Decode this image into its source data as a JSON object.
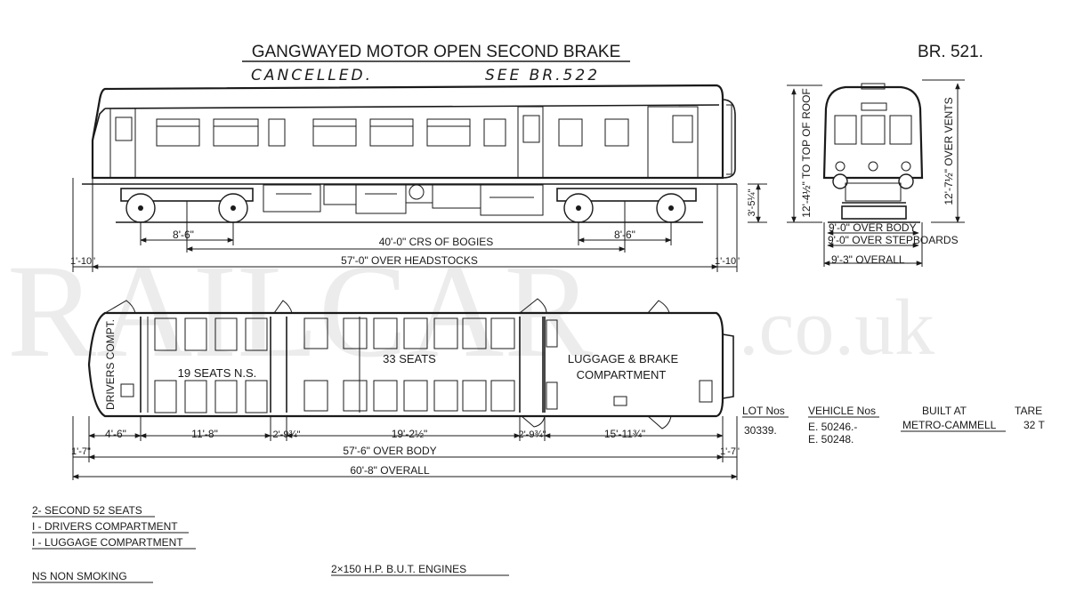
{
  "title": "GANGWAYED MOTOR OPEN SECOND BRAKE",
  "drawing_no": "BR. 521.",
  "handwritten_note_left": "CANCELLED.",
  "handwritten_note_right": "SEE  BR.522",
  "watermark": "RAILCAR",
  "watermark_suffix": ".co.uk",
  "side_elevation": {
    "bogie_wheelbase_left": "8'-6\"",
    "bogie_wheelbase_right": "8'-6\"",
    "bogie_centres": "40'-0\" CRS OF BOGIES",
    "headstocks": "57'-0\" OVER HEADSTOCKS",
    "end_overhang_left": "1'-10\"",
    "end_overhang_right": "1'-10\"",
    "height_floor": "3'-5¼\"",
    "height_roof": "12'-4½\" TO TOP OF ROOF"
  },
  "end_elevation": {
    "height_vents": "12'-7½\" OVER VENTS",
    "over_body": "9'-0\" OVER BODY",
    "over_stepboards": "9'-0\" OVER STEPBOARDS",
    "overall": "9'-3\" OVERALL"
  },
  "plan": {
    "drivers_compartment": "DRIVERS COMPT.",
    "seats_ns": "19 SEATS  N.S.",
    "seats_33": "33 SEATS",
    "luggage_line1": "LUGGAGE & BRAKE",
    "luggage_line2": "COMPARTMENT",
    "dims": {
      "d1": "4'-6\"",
      "d2": "11'-8\"",
      "d3": "2'-9¾\"",
      "d4": "19'-2½\"",
      "d5": "2'-9¾\"",
      "d6": "15'-11¾\"",
      "end_left": "1'-7\"",
      "end_right": "1'-7\"",
      "over_body": "57'-6\" OVER BODY",
      "overall": "60'-8\" OVERALL"
    }
  },
  "info_table": {
    "lot_header": "LOT Nos",
    "lot_value": "30339.",
    "vehicle_header": "VEHICLE Nos",
    "vehicle_value_1": "E. 50246.-",
    "vehicle_value_2": "E. 50248.",
    "built_header": "BUILT AT",
    "built_value": "METRO-CAMMELL",
    "tare_header": "TARE",
    "tare_value": "32  T"
  },
  "notes": {
    "line1": "2- SECOND  52 SEATS",
    "line2": "I - DRIVERS COMPARTMENT",
    "line3": "I - LUGGAGE COMPARTMENT",
    "ns": "NS    NON SMOKING",
    "engines": "2×150    H.P.  B.U.T.  ENGINES"
  }
}
